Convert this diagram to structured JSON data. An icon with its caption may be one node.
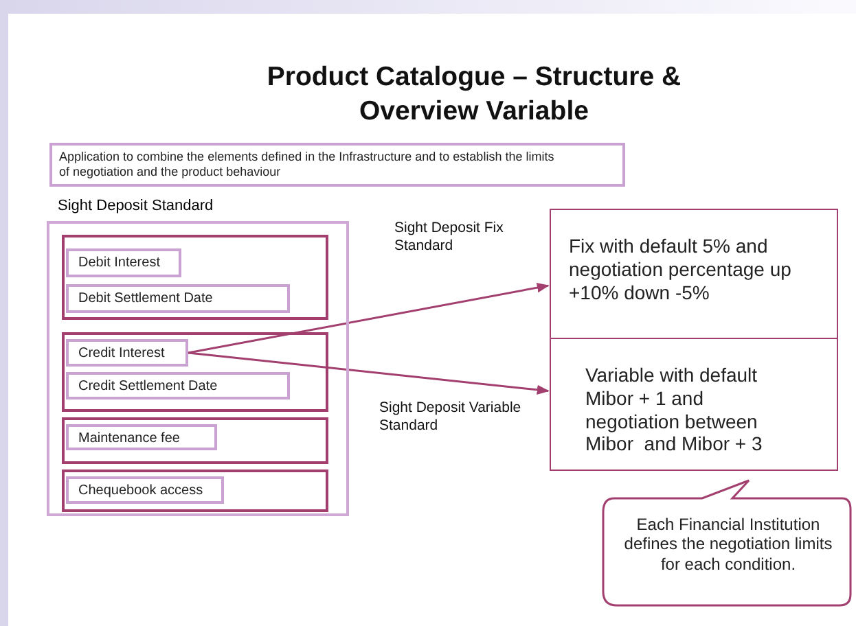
{
  "diagram": {
    "title": "Product Catalogue – Structure & Overview Variable",
    "nodes": [
      {
        "text": [
          "Application to combine the elements defined in the Infrastructure and to establish the limits of negotiation and the product behaviour"
        ]
      },
      {
        "text": [
          "Sight Deposit Standard"
        ]
      },
      {
        "text": [],
        "shape": "box",
        "in": 1
      },
      {
        "text": [
          "Debit Interest"
        ],
        "in": 2
      },
      {
        "text": [
          "Debit Settlement Date"
        ],
        "in": 2
      },
      {
        "text": [],
        "shape": "box",
        "in": 1
      },
      {
        "text": [
          "Credit Interest"
        ],
        "in": 5
      },
      {
        "text": [
          "Credit Settlement Date"
        ],
        "in": 5
      },
      {
        "text": [],
        "shape": "box",
        "in": 1
      },
      {
        "text": [
          "Maintenance fee"
        ],
        "in": 8
      },
      {
        "text": [],
        "shape": "box",
        "in": 1
      },
      {
        "text": [
          "Chequebook access"
        ],
        "in": 10
      },
      {
        "text": [
          "Fix with default 5% and negotiation percentage up +10% down -5%"
        ]
      },
      {
        "text": [
          "Variable with default Mibor + 1 and negotiation between Mibor  and Mibor + 3"
        ]
      },
      {
        "text": [
          "Each Financial Institution defines the negotiation limits for each condition."
        ]
      }
    ],
    "edges": [
      {
        "from": 6,
        "to": 12,
        "arrow": "to",
        "label": "Sight Deposit Fix Standard"
      },
      {
        "from": 6,
        "to": 13,
        "arrow": "to",
        "label": "Sight Deposit Variable Standard"
      }
    ]
  }
}
